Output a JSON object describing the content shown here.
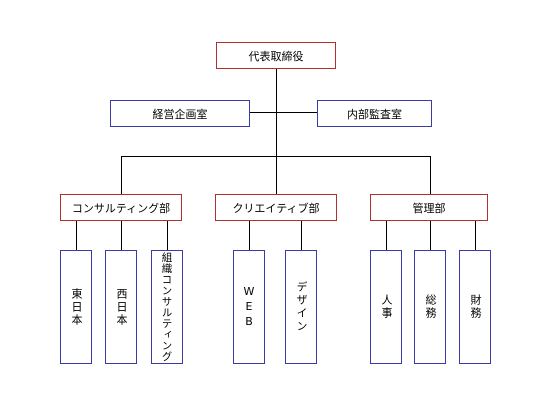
{
  "org": {
    "ceo": "代表取締役",
    "staff_left": "経営企画室",
    "staff_right": "内部監査室",
    "depts": [
      {
        "name": "コンサルティング部",
        "units": [
          "東日本",
          "西日本",
          "組織コンサルティング"
        ]
      },
      {
        "name": "クリエイティブ部",
        "units": [
          "WEB",
          "デザイン"
        ]
      },
      {
        "name": "管理部",
        "units": [
          "人事",
          "総務",
          "財務"
        ]
      }
    ]
  },
  "colors": {
    "exec_border": "#b03030",
    "unit_border": "#3a3aa8",
    "line": "#000000"
  }
}
